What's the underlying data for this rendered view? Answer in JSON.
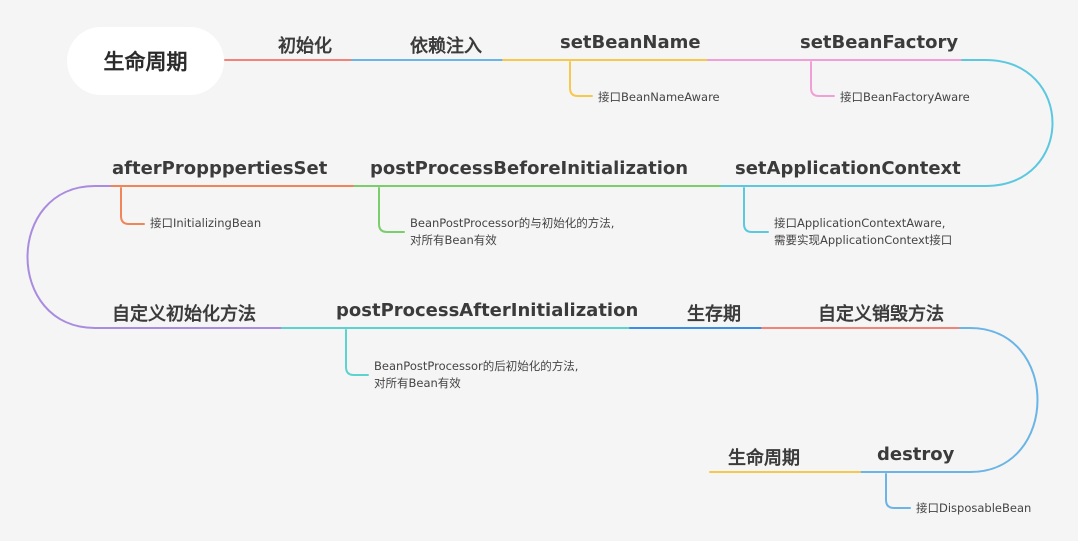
{
  "root": {
    "label": "生命周期"
  },
  "stages": [
    {
      "id": "init",
      "label": "初始化",
      "color": "#f0837a"
    },
    {
      "id": "di",
      "label": "依赖注入",
      "color": "#6ab4e6"
    },
    {
      "id": "setBeanName",
      "label": "setBeanName",
      "color": "#f7c84e",
      "note": [
        "接口BeanNameAware"
      ]
    },
    {
      "id": "setBeanFactory",
      "label": "setBeanFactory",
      "color": "#f0a0d6",
      "note": [
        "接口BeanFactoryAware"
      ]
    },
    {
      "id": "setApplicationContext",
      "label": "setApplicationContext",
      "color": "#5bc8e0",
      "note": [
        "接口ApplicationContextAware,",
        "需要实现ApplicationContext接口"
      ]
    },
    {
      "id": "postProcessBefore",
      "label": "postProcessBeforeInitialization",
      "color": "#7ccd6b",
      "note": [
        "BeanPostProcessor的与初始化的方法,",
        "对所有Bean有效"
      ]
    },
    {
      "id": "afterPropertiesSet",
      "label": "afterPropppertiesSet",
      "color": "#f0855a",
      "note": [
        "接口InitializingBean"
      ]
    },
    {
      "id": "customInit",
      "label": "自定义初始化方法",
      "color": "#a98be0"
    },
    {
      "id": "postProcessAfter",
      "label": "postProcessAfterInitialization",
      "color": "#5dd3d0",
      "note": [
        "BeanPostProcessor的后初始化的方法,",
        "对所有Bean有效"
      ]
    },
    {
      "id": "alive",
      "label": "生存期",
      "color": "#3a8ee6"
    },
    {
      "id": "customDestroy",
      "label": "自定义销毁方法",
      "color": "#f0837a"
    },
    {
      "id": "destroy",
      "label": "destroy",
      "color": "#6ab4e6",
      "note": [
        "接口DisposableBean"
      ]
    },
    {
      "id": "end",
      "label": "生命周期",
      "color": "#f7c84e"
    }
  ]
}
